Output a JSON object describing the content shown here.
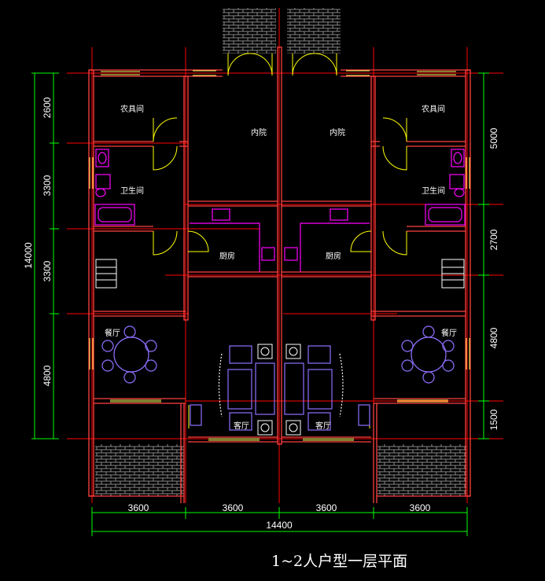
{
  "drawing": {
    "title": "1~2人户型一层平面",
    "colors": {
      "background": "#000000",
      "wall": "#ff3030",
      "axis": "#ff0000",
      "dimension": "#00ff00",
      "door": "#ffff00",
      "fixture": "#ff00ff",
      "furniture": "#8060ff",
      "brick": "#808080",
      "text": "#ffffff"
    },
    "rooms": {
      "left_tool": "农具间",
      "left_courtyard": "内院",
      "right_courtyard": "内院",
      "right_tool": "农具间",
      "left_bath": "卫生间",
      "right_bath": "卫生间",
      "left_kitchen": "厨房",
      "right_kitchen": "厨房",
      "left_dining": "餐厅",
      "right_dining": "餐厅",
      "left_living": "客厅",
      "right_living": "客厅"
    },
    "dims_left": [
      "2600",
      "3300",
      "3300",
      "4800"
    ],
    "dim_left_total": "14000",
    "dims_right": [
      "5000",
      "2700",
      "4800",
      "1500"
    ],
    "dims_bottom": [
      "3600",
      "3600",
      "3600",
      "3600"
    ],
    "dim_bottom_total": "14400"
  }
}
